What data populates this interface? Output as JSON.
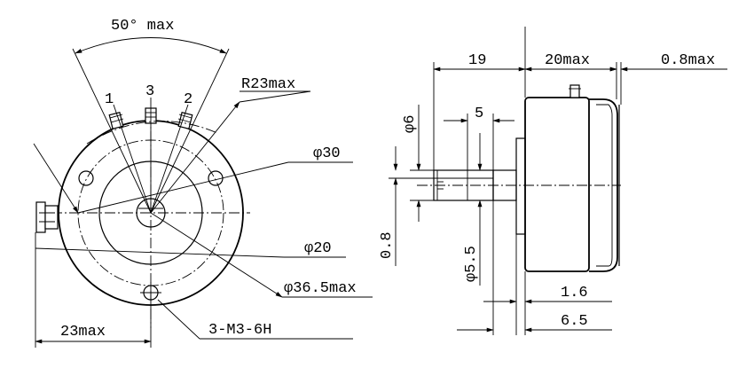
{
  "front_view": {
    "angle_label": "50° max",
    "radius_label": "R23max",
    "terminal_1": "1",
    "terminal_2": "2",
    "terminal_3": "3",
    "dia_30": "φ30",
    "dia_20": "φ20",
    "dia_36_5": "φ36.5max",
    "thread_label": "3-M3-6H",
    "offset_label": "23max"
  },
  "side_view": {
    "shaft_length": "19",
    "body_length": "20max",
    "clearance": "0.8max",
    "flat_length": "5",
    "shaft_dia": "φ6",
    "flat_depth": "0.8",
    "pilot_dia": "φ5.5",
    "flange_thk": "1.6",
    "bushing_len": "6.5"
  }
}
